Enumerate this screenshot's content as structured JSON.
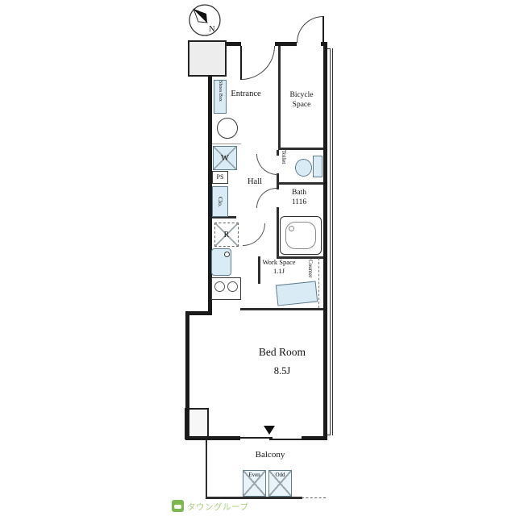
{
  "compass": {
    "n": "N"
  },
  "rooms": {
    "entrance": "Entrance",
    "bicycle_space": "Bicycle Space",
    "hall": "Hall",
    "toilet": "Toilet",
    "bath": "Bath",
    "bath_size": "1116",
    "work_space": "Work Space",
    "work_space_size": "1.1J",
    "bed_room": "Bed Room",
    "bed_room_size": "8.5J",
    "balcony": "Balcony"
  },
  "fixtures": {
    "shoes_box": "Shoes Box",
    "washer": "W",
    "pipe_space": "PS",
    "closet": "Clo.",
    "refrigerator": "R",
    "counter": "Counter",
    "slot_even": "Even",
    "slot_odd": "Odd"
  },
  "watermark": {
    "text": "タウングループ"
  },
  "colors": {
    "wall": "#1b1b1b",
    "fixture_fill": "#d9ecf5",
    "watermark_green": "#7cb84e"
  }
}
